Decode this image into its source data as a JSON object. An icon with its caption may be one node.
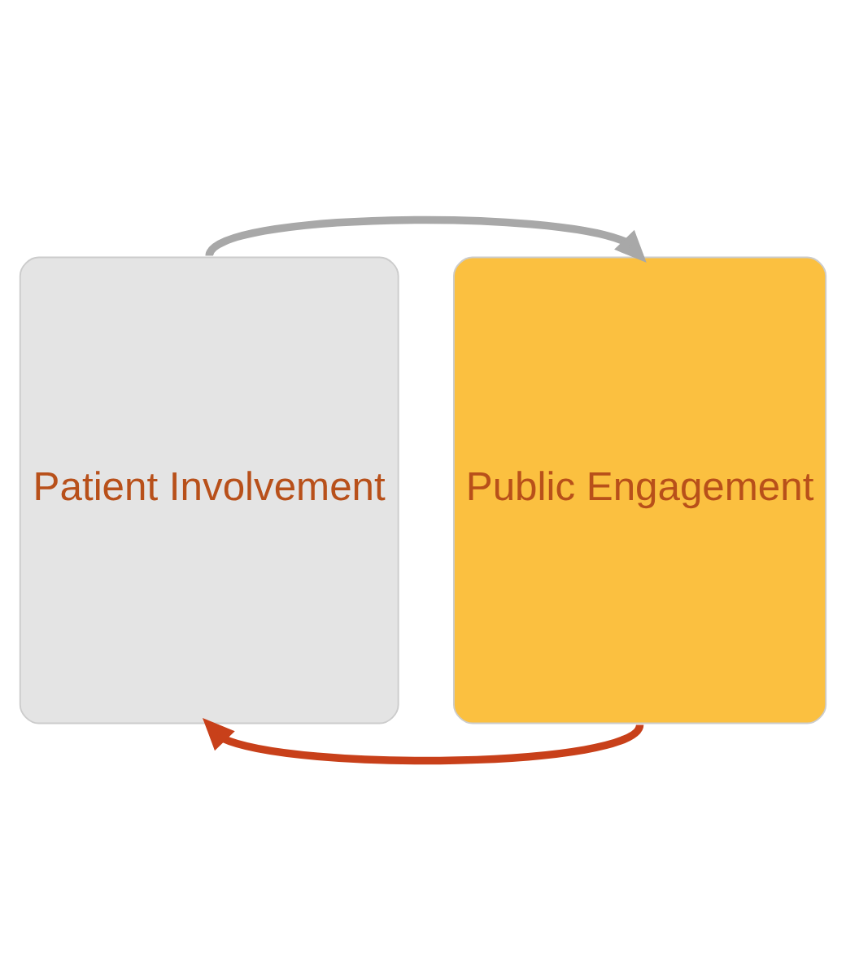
{
  "diagram": {
    "nodes": [
      {
        "text": [
          "Patient Involvement"
        ]
      },
      {
        "text": [
          "Public Engagement"
        ]
      }
    ],
    "edges": [
      {
        "from": 0,
        "to": 1,
        "arrow": "to",
        "color": "#a8a8a8"
      },
      {
        "from": 1,
        "to": 0,
        "arrow": "to",
        "color": "#c8401a"
      }
    ]
  }
}
